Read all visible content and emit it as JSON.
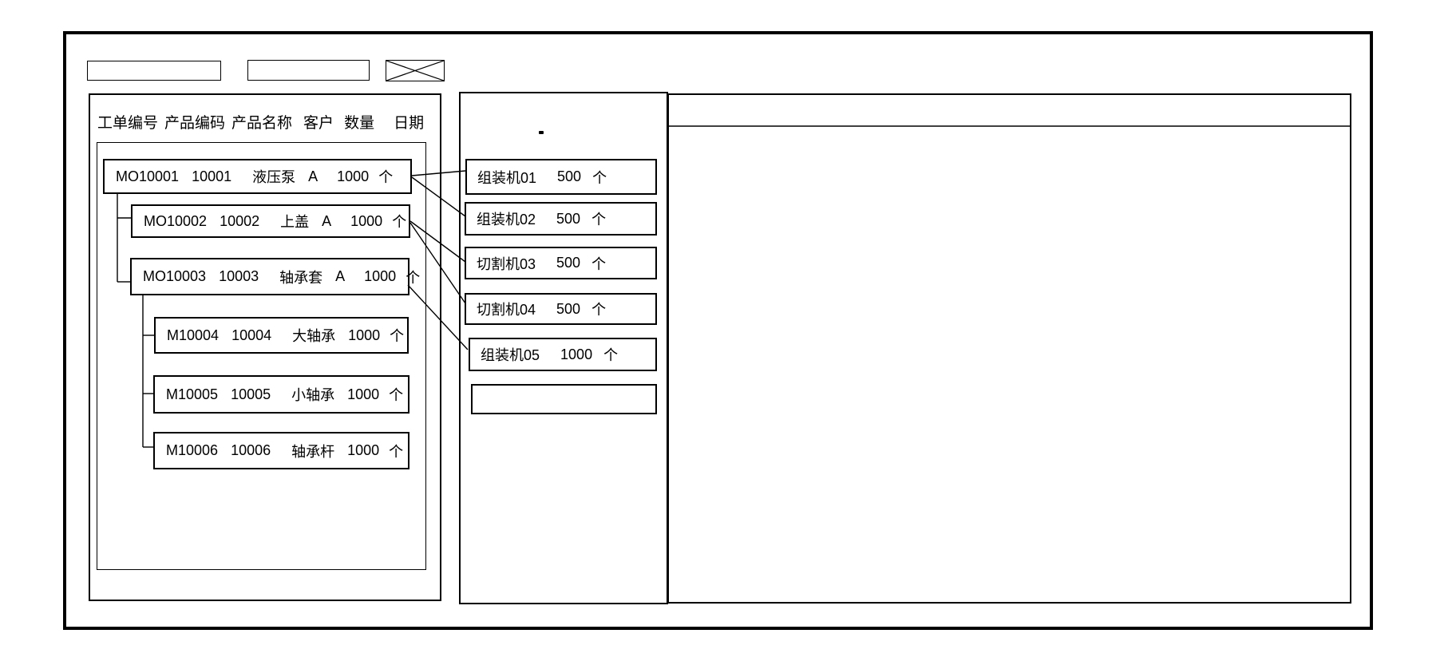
{
  "colors": {
    "line": "#000000",
    "background": "#ffffff"
  },
  "header_bar": {
    "field_left": {
      "value": "",
      "placeholder": ""
    },
    "field_right": {
      "value": "",
      "placeholder": ""
    },
    "image_placeholder": "crossed-box"
  },
  "work_order_panel": {
    "columns": [
      "工单编号",
      "产品编码",
      "产品名称",
      "客户",
      "数量",
      "日期"
    ],
    "orders": [
      {
        "order_no": "MO10001",
        "product_code": "10001",
        "product_name": "液压泵",
        "customer": "A",
        "quantity": "1000",
        "unit": "个"
      },
      {
        "order_no": "MO10002",
        "product_code": "10002",
        "product_name": "上盖",
        "customer": "A",
        "quantity": "1000",
        "unit": "个"
      },
      {
        "order_no": "MO10003",
        "product_code": "10003",
        "product_name": "轴承套",
        "customer": "A",
        "quantity": "1000",
        "unit": "个"
      },
      {
        "order_no": "M10004",
        "product_code": "10004",
        "product_name": "大轴承",
        "customer": "",
        "quantity": "1000",
        "unit": "个"
      },
      {
        "order_no": "M10005",
        "product_code": "10005",
        "product_name": "小轴承",
        "customer": "",
        "quantity": "1000",
        "unit": "个"
      },
      {
        "order_no": "M10006",
        "product_code": "10006",
        "product_name": "轴承杆",
        "customer": "",
        "quantity": "1000",
        "unit": "个"
      }
    ]
  },
  "machine_panel": {
    "dot": ".",
    "machines": [
      {
        "name": "组装机01",
        "quantity": "500",
        "unit": "个"
      },
      {
        "name": "组装机02",
        "quantity": "500",
        "unit": "个"
      },
      {
        "name": "切割机03",
        "quantity": "500",
        "unit": "个"
      },
      {
        "name": "切割机04",
        "quantity": "500",
        "unit": "个"
      },
      {
        "name": "组装机05",
        "quantity": "1000",
        "unit": "个"
      }
    ],
    "empty_slot": ""
  },
  "connections": [
    {
      "from": "MO10001",
      "to": "组装机01"
    },
    {
      "from": "MO10001",
      "to": "组装机02"
    },
    {
      "from": "MO10002",
      "to": "切割机03"
    },
    {
      "from": "MO10002",
      "to": "切割机04"
    },
    {
      "from": "MO10003",
      "to": "组装机05"
    }
  ]
}
